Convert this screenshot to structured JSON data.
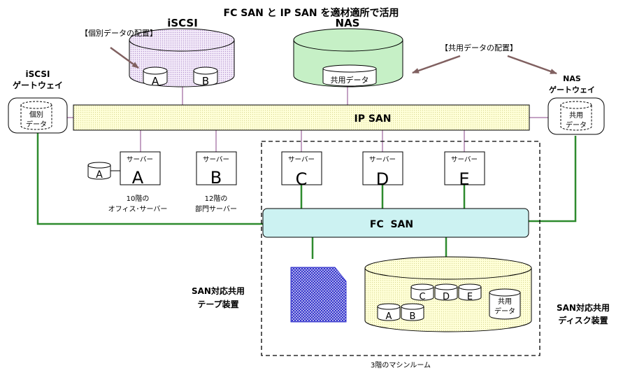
{
  "title": "FC SAN と IP SAN を適材適所で活用",
  "ip_san": {
    "label": "IP SAN",
    "fill": "#ffffcc"
  },
  "fc_san": {
    "label": "FC  SAN",
    "fill": "#ccffff"
  },
  "iscsi": {
    "title": "iSCSI",
    "note": "【個別データの配置】",
    "disks": [
      "A",
      "B"
    ],
    "fill": "#eeddf7"
  },
  "nas": {
    "title": "NAS",
    "note": "【共用データの配置】",
    "disk_label": "共用データ",
    "fill": "#bff2c4"
  },
  "iscsi_gateway": {
    "label_line1": "iSCSI",
    "label_line2": "ゲートウェイ",
    "disk_line1": "個別",
    "disk_line2": "データ"
  },
  "nas_gateway": {
    "label_line1": "NAS",
    "label_line2": "ゲートウェイ",
    "disk_line1": "共用",
    "disk_line2": "データ"
  },
  "servers": [
    {
      "caption": "サーバー",
      "letter": "A"
    },
    {
      "caption": "サーバー",
      "letter": "B"
    },
    {
      "caption": "サーバー",
      "letter": "C"
    },
    {
      "caption": "サーバー",
      "letter": "D"
    },
    {
      "caption": "サーバー",
      "letter": "E"
    }
  ],
  "server_a_disk": "A",
  "server_a_note": {
    "line1": "10階の",
    "line2": "オフィス･サーバー"
  },
  "server_b_note": {
    "line1": "12階の",
    "line2": "部門サーバー"
  },
  "tape": {
    "label_line1": "SAN対応共用",
    "label_line2": "テープ装置",
    "color": "#3333cc"
  },
  "disk_array": {
    "label_line1": "SAN対応共用",
    "label_line2": "ディスク装置",
    "disks": [
      "A",
      "B",
      "C",
      "D",
      "E"
    ],
    "shared_line1": "共用",
    "shared_line2": "データ",
    "fill": "#ffffcc"
  },
  "machine_room": "3階のマシンルーム",
  "colors": {
    "fc_link": "#2e8b2e",
    "ip_link": "#884488",
    "arrow": "#806060"
  }
}
